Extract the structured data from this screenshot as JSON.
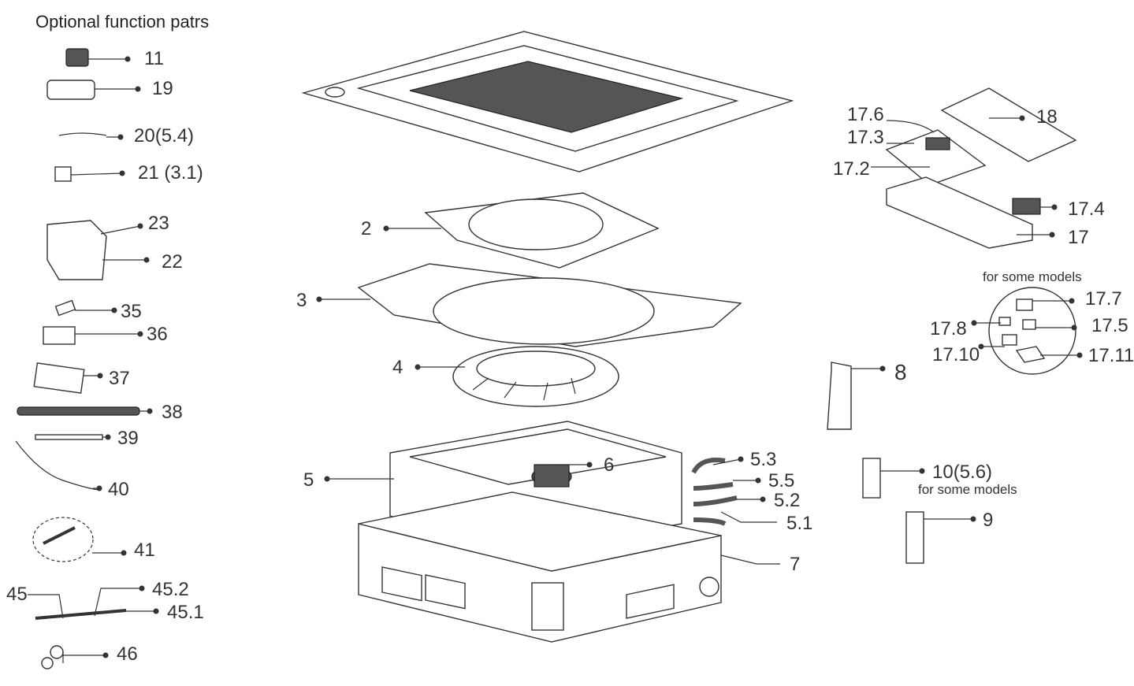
{
  "title": "Optional function patrs",
  "labels": {
    "l11": "11",
    "l19": "19",
    "l20": "20(5.4)",
    "l21": "21 (3.1)",
    "l23": "23",
    "l22": "22",
    "l35": "35",
    "l36": "36",
    "l37": "37",
    "l38": "38",
    "l39": "39",
    "l40": "40",
    "l41": "41",
    "l45": "45",
    "l45_2": "45.2",
    "l45_1": "45.1",
    "l46": "46",
    "l2": "2",
    "l3": "3",
    "l4": "4",
    "l5": "5",
    "l6": "6",
    "l5_3": "5.3",
    "l5_5": "5.5",
    "l5_2": "5.2",
    "l5_1": "5.1",
    "l7": "7",
    "l17_6": "17.6",
    "l17_3": "17.3",
    "l17_2": "17.2",
    "l18": "18",
    "l17_4": "17.4",
    "l17": "17",
    "l17_7": "17.7",
    "l17_8": "17.8",
    "l17_5": "17.5",
    "l17_10": "17.10",
    "l17_11": "17.11",
    "l8": "8",
    "l10": "10(5.6)",
    "l9": "9"
  },
  "notes": {
    "some_models_1": "for some models",
    "some_models_2": "for some models"
  }
}
